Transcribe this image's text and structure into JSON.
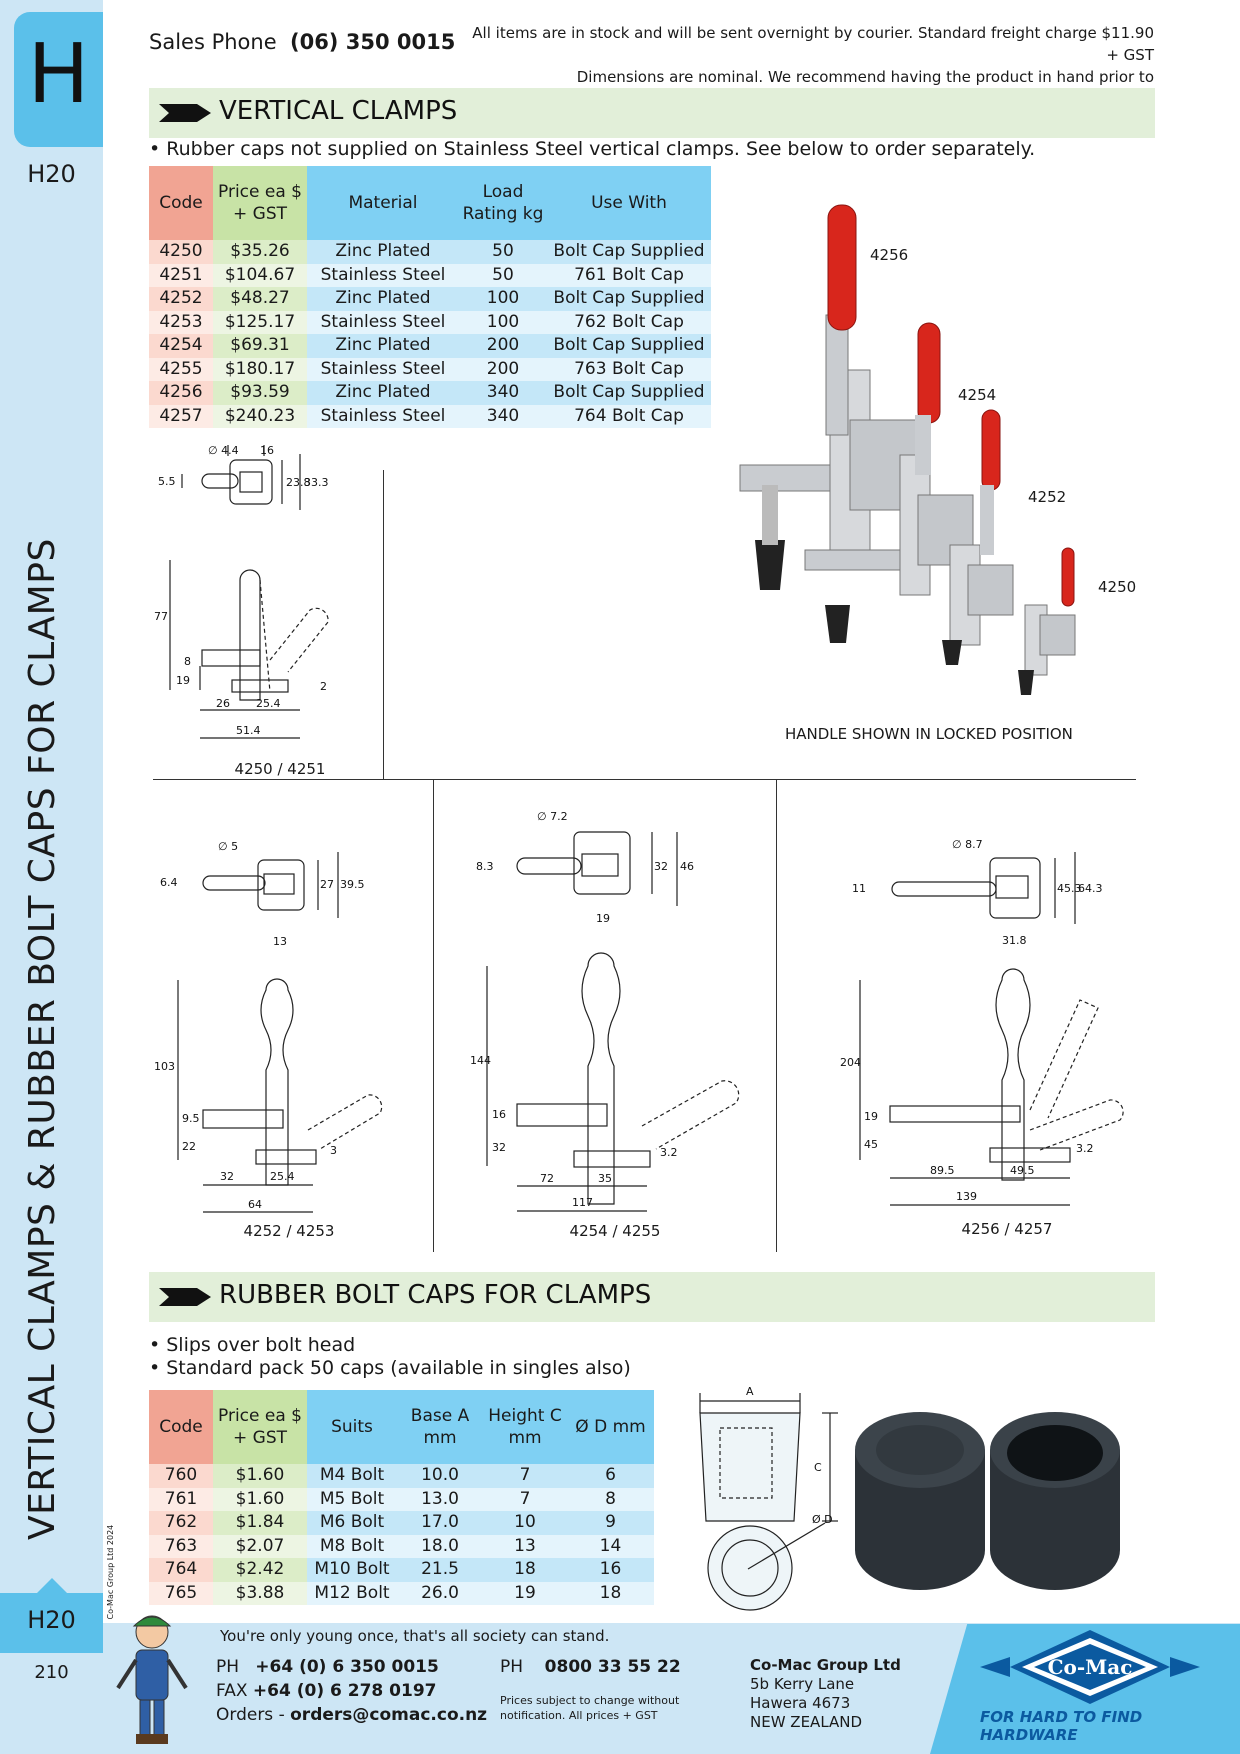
{
  "sidebar": {
    "tab_letter": "H",
    "page_code": "H20",
    "vertical_title": "VERTICAL CLAMPS & RUBBER BOLT CAPS FOR CLAMPS",
    "copyright": "© Co-Mac Group Ltd 2024",
    "page_number": "210"
  },
  "header": {
    "sales_label": "Sales Phone",
    "sales_phone": "(06) 350 0015",
    "notice_line1": "All items are in stock and will be sent overnight by courier. Standard freight charge $11.90 + GST",
    "notice_line2": "Dimensions are nominal. We recommend having the product in hand prior to manufacturing."
  },
  "vertical_clamps": {
    "title": "VERTICAL CLAMPS",
    "note": "• Rubber caps not supplied on Stainless Steel vertical clamps. See below to order separately.",
    "headers": [
      "Code",
      "Price ea $ + GST",
      "Material",
      "Load Rating kg",
      "Use With"
    ],
    "rows": [
      [
        "4250",
        "$35.26",
        "Zinc Plated",
        "50",
        "Bolt Cap Supplied"
      ],
      [
        "4251",
        "$104.67",
        "Stainless Steel",
        "50",
        "761 Bolt Cap"
      ],
      [
        "4252",
        "$48.27",
        "Zinc Plated",
        "100",
        "Bolt Cap Supplied"
      ],
      [
        "4253",
        "$125.17",
        "Stainless Steel",
        "100",
        "762 Bolt Cap"
      ],
      [
        "4254",
        "$69.31",
        "Zinc Plated",
        "200",
        "Bolt Cap Supplied"
      ],
      [
        "4255",
        "$180.17",
        "Stainless Steel",
        "200",
        "763 Bolt Cap"
      ],
      [
        "4256",
        "$93.59",
        "Zinc Plated",
        "340",
        "Bolt Cap Supplied"
      ],
      [
        "4257",
        "$240.23",
        "Stainless Steel",
        "340",
        "764 Bolt Cap"
      ]
    ],
    "photo_callouts": [
      "4256",
      "4254",
      "4252",
      "4250"
    ],
    "photo_caption": "HANDLE SHOWN IN LOCKED POSITION",
    "drawing_labels": [
      "4250 / 4251",
      "4252 / 4253",
      "4254 / 4255",
      "4256 / 4257"
    ],
    "dims": {
      "d4250": {
        "hole": "∅ 4.4",
        "w": "16",
        "a": "5.5",
        "b": "23.8",
        "c": "33.3",
        "h": "77",
        "p": "8",
        "q": "19",
        "r": "2",
        "s": "26",
        "t": "25.4",
        "u": "51.4"
      },
      "d4252": {
        "hole": "∅ 5",
        "a": "6.4",
        "b": "27",
        "c": "39.5",
        "w": "13",
        "h": "103",
        "p": "9.5",
        "q": "22",
        "r": "3",
        "s": "32",
        "t": "25.4",
        "u": "64"
      },
      "d4254": {
        "hole": "∅ 7.2",
        "a": "8.3",
        "b": "32",
        "c": "46",
        "w": "19",
        "h": "144",
        "p": "16",
        "q": "32",
        "r": "3.2",
        "s": "72",
        "t": "35",
        "u": "117"
      },
      "d4256": {
        "hole": "∅ 8.7",
        "a": "11",
        "b": "45.3",
        "c": "64.3",
        "w": "31.8",
        "h": "204",
        "p": "19",
        "q": "45",
        "r": "3.2",
        "s": "89.5",
        "t": "49.5",
        "u": "139"
      }
    }
  },
  "bolt_caps": {
    "title": "RUBBER BOLT CAPS FOR CLAMPS",
    "bullet1": "• Slips over bolt head",
    "bullet2": "• Standard pack 50 caps (available in singles also)",
    "headers": [
      "Code",
      "Price ea $ + GST",
      "Suits",
      "Base A mm",
      "Height C mm",
      "Ø D mm"
    ],
    "rows": [
      [
        "760",
        "$1.60",
        "M4 Bolt",
        "10.0",
        "7",
        "6"
      ],
      [
        "761",
        "$1.60",
        "M5 Bolt",
        "13.0",
        "7",
        "8"
      ],
      [
        "762",
        "$1.84",
        "M6 Bolt",
        "17.0",
        "10",
        "9"
      ],
      [
        "763",
        "$2.07",
        "M8 Bolt",
        "18.0",
        "13",
        "14"
      ],
      [
        "764",
        "$2.42",
        "M10 Bolt",
        "21.5",
        "18",
        "16"
      ],
      [
        "765",
        "$3.88",
        "M12 Bolt",
        "26.0",
        "19",
        "18"
      ]
    ],
    "diagram_labels": {
      "a": "A",
      "c": "C",
      "d": "Ø D"
    }
  },
  "footer": {
    "motto": "You're only young once, that's all society can stand.",
    "ph_label": "PH",
    "ph": "+64 (0) 6 350 0015",
    "fax_label": "FAX",
    "fax": "+64 (0) 6 278 0197",
    "orders_label": "Orders -",
    "orders": "orders@comac.co.nz",
    "ph2_label": "PH",
    "ph2": "0800 33 55 22",
    "prices_note": "Prices subject to change without notification. All prices + GST",
    "company": "Co-Mac Group Ltd",
    "address1": "5b Kerry Lane",
    "address2": "Hawera 4673",
    "address3": "NEW ZEALAND",
    "logo": "Co-Mac",
    "tagline": "FOR HARD TO FIND HARDWARE"
  },
  "colors": {
    "tab_blue": "#5bc0ea",
    "sidebar_blue": "#cde6f5",
    "section_green": "#e2efd9",
    "code_header": "#f1a493",
    "price_header": "#c8e3a6",
    "other_header": "#7fd0f3",
    "clamp_handle": "#d8261c",
    "logo_blue": "#0b5aa0"
  }
}
